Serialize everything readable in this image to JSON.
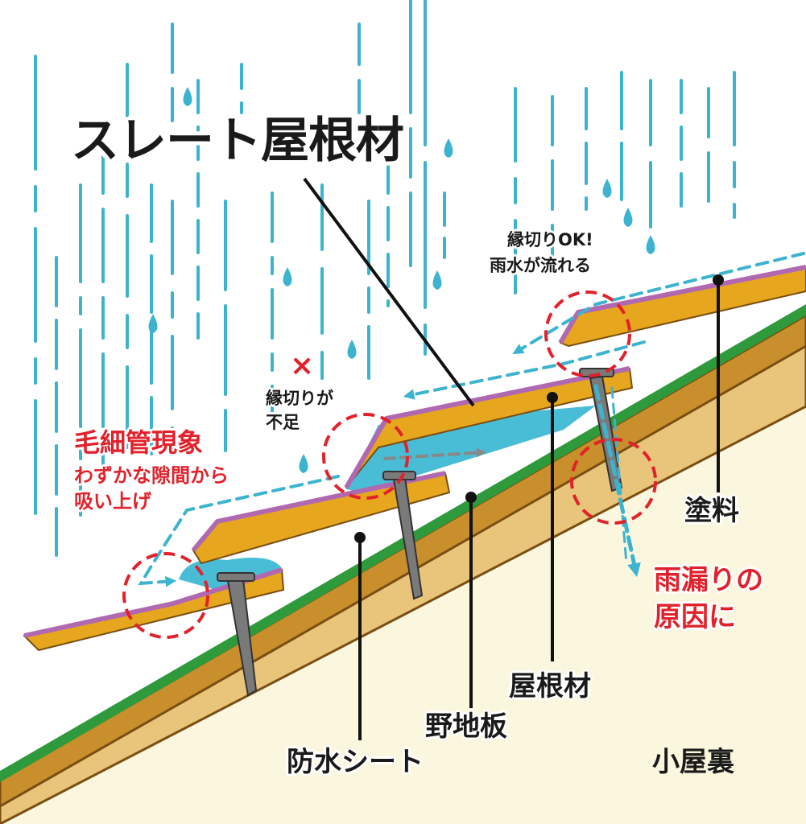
{
  "title": "スレート屋根材",
  "labels": {
    "ok_line1": "縁切りOK!",
    "ok_line2": "雨水が流れる",
    "ng_mark": "×",
    "ng_line1": "縁切りが",
    "ng_line2": "不足",
    "capillary_title": "毛細管現象",
    "capillary_line1": "わずかな隙間から",
    "capillary_line2": "吸い上げ",
    "paint": "塗料",
    "leak_line1": "雨漏りの",
    "leak_line2": "原因に",
    "roof_material": "屋根材",
    "sheathing": "野地板",
    "waterproof_sheet": "防水シート",
    "attic": "小屋裏"
  },
  "colors": {
    "rain": "#3db4cf",
    "slate": "#e6a61e",
    "paint_edge": "#b069b0",
    "sheet": "#2e9a3c",
    "board": "#c98f2c",
    "board_edge": "#7a4e12",
    "attic": "#fbf6de",
    "accent_red": "#e1212b",
    "water": "#49bdd6",
    "nail": "#7a7a7a"
  }
}
